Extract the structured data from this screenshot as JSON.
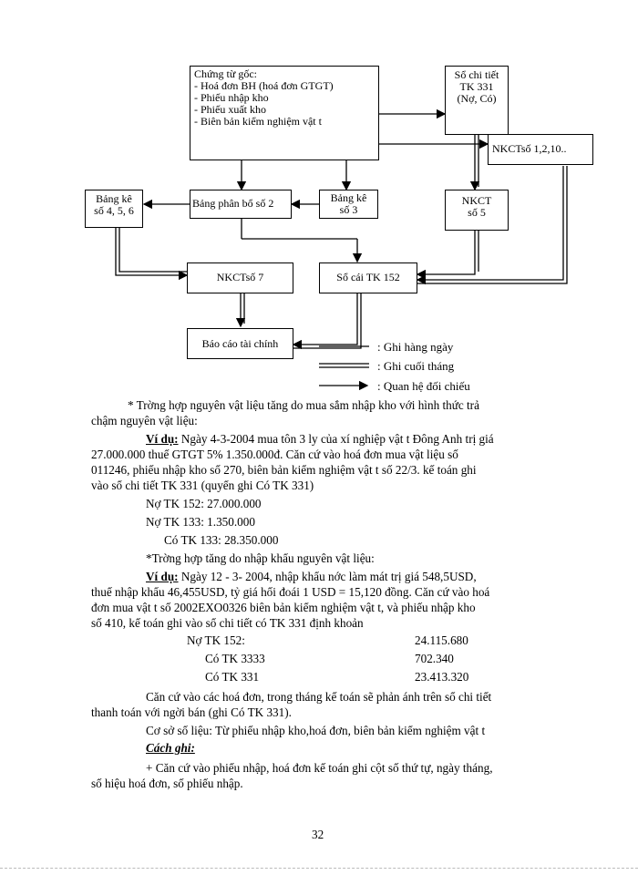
{
  "diagram": {
    "source_box": {
      "title": "Chứng từ gốc:",
      "items": [
        "- Hoá đơn BH (hoá đơn GTGT)",
        "- Phiếu nhập kho",
        "- Phiếu xuất kho",
        "- Biên bản kiểm nghiệm vật t"
      ]
    },
    "detail_box": [
      "Sổ chi tiết",
      "TK 331",
      "(Nợ, Có)"
    ],
    "nkct_multi": "NKCTsố 1,2,10..",
    "bang_ke_456": [
      "Bảng kê",
      "số 4, 5, 6"
    ],
    "bang_phan_bo": "Bảng phân bổ số 2",
    "bang_ke_3": [
      "Bảng kê",
      "số 3"
    ],
    "nkct_5": [
      "NKCT",
      "số 5"
    ],
    "nkct_7": "NKCTsố 7",
    "so_cai": "Sổ cái TK 152",
    "bao_cao": "Báo cáo tài chính"
  },
  "legend": {
    "daily": ": Ghi hàng ngày",
    "monthly": ": Ghi cuối tháng",
    "reconcile": ": Quan hệ đối chiếu"
  },
  "text": {
    "p1_l1": "* Trờng   hợp nguyên vật liệu tăng do mua sắm nhập kho với hình thức trả",
    "p1_l2": "chậm nguyên vật liệu:",
    "ex1_label": "Ví dụ:",
    "ex1_l1": " Ngày 4-3-2004 mua tôn 3 ly của xí nghiệp vật t   Đông Anh trị giá",
    "ex1_l2": "27.000.000 thuế GTGT 5%   1.350.000đ. Căn cứ vào hoá đơn mua vật liệu số",
    "ex1_l3": "011246, phiếu nhập kho số 270, biên bản kiểm nghiệm vật t   số 22/3. kế toán ghi",
    "ex1_l4": "vào sổ chi tiết TK 331 (quyển ghi Có TK 331)",
    "e1": "Nợ TK 152: 27.000.000",
    "e2": "Nợ TK 133: 1.350.000",
    "e3": "Có TK 133: 28.350.000",
    "p2": "*Trờng   hợp tăng do nhập khẩu nguyên vật liệu:",
    "ex2_label": "Ví dụ:",
    "ex2_l1": " Ngày 12 - 3- 2004, nhập khẩu nớc   làm mát trị giá 548,5USD,",
    "ex2_l2": "thuế nhập khẩu 46,455USD, tỷ  giá hối đoái 1 USD = 15,120 đồng. Căn cứ vào hoá",
    "ex2_l3": "đơn mua vật t   số 2002EXO0326 biên bản kiểm  nghiệm vật t,   và phiếu nhập kho",
    "ex2_l4": "số 410, kế toán ghi vào sổ  chi tiết có TK 331 định khoản",
    "j": [
      {
        "acct": "Nợ TK 152:",
        "amt": "24.115.680"
      },
      {
        "acct": "Có TK 3333",
        "amt": "702.340"
      },
      {
        "acct": "Có TK 331",
        "amt": "23.413.320"
      }
    ],
    "p3_l1": "Căn cứ vào các hoá đơn, trong tháng kế toán sẽ phản ánh trên sổ chi tiết",
    "p3_l2": "thanh toán với ngời   bán (ghi Có TK 331).",
    "p4": "Cơ sở số liệu: Từ phiếu nhập  kho,hoá đơn, biên bản kiểm  nghiệm vật t",
    "p5": "Cách ghi:",
    "p6_l1": "+ Căn cứ vào phiếu nhập, hoá đơn kế toán ghi cột số  thứ tự, ngày tháng,",
    "p6_l2": "số hiệu  hoá đơn, số phiếu nhập."
  },
  "page_number": "32"
}
